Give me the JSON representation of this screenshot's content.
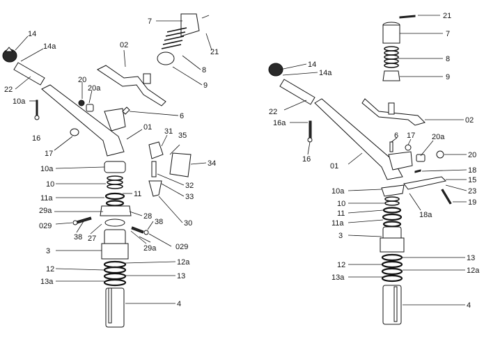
{
  "left_diagram": {
    "labels": [
      "14",
      "14a",
      "22",
      "10a",
      "16",
      "17",
      "02",
      "20",
      "20a",
      "6",
      "01",
      "31",
      "35",
      "34",
      "7",
      "21",
      "8",
      "9",
      "10a",
      "10",
      "11a",
      "11",
      "29a",
      "28",
      "029",
      "38",
      "27",
      "38",
      "32",
      "33",
      "30",
      "29a",
      "029",
      "3",
      "12a",
      "12",
      "13",
      "13a",
      "4"
    ]
  },
  "right_diagram": {
    "labels": [
      "21",
      "7",
      "8",
      "9",
      "14",
      "14a",
      "02",
      "22",
      "16a",
      "6",
      "17",
      "20a",
      "20",
      "16",
      "01",
      "18",
      "15",
      "10a",
      "23",
      "19",
      "10",
      "18a",
      "11",
      "11a",
      "3",
      "13",
      "12",
      "12a",
      "13a",
      "4"
    ]
  }
}
